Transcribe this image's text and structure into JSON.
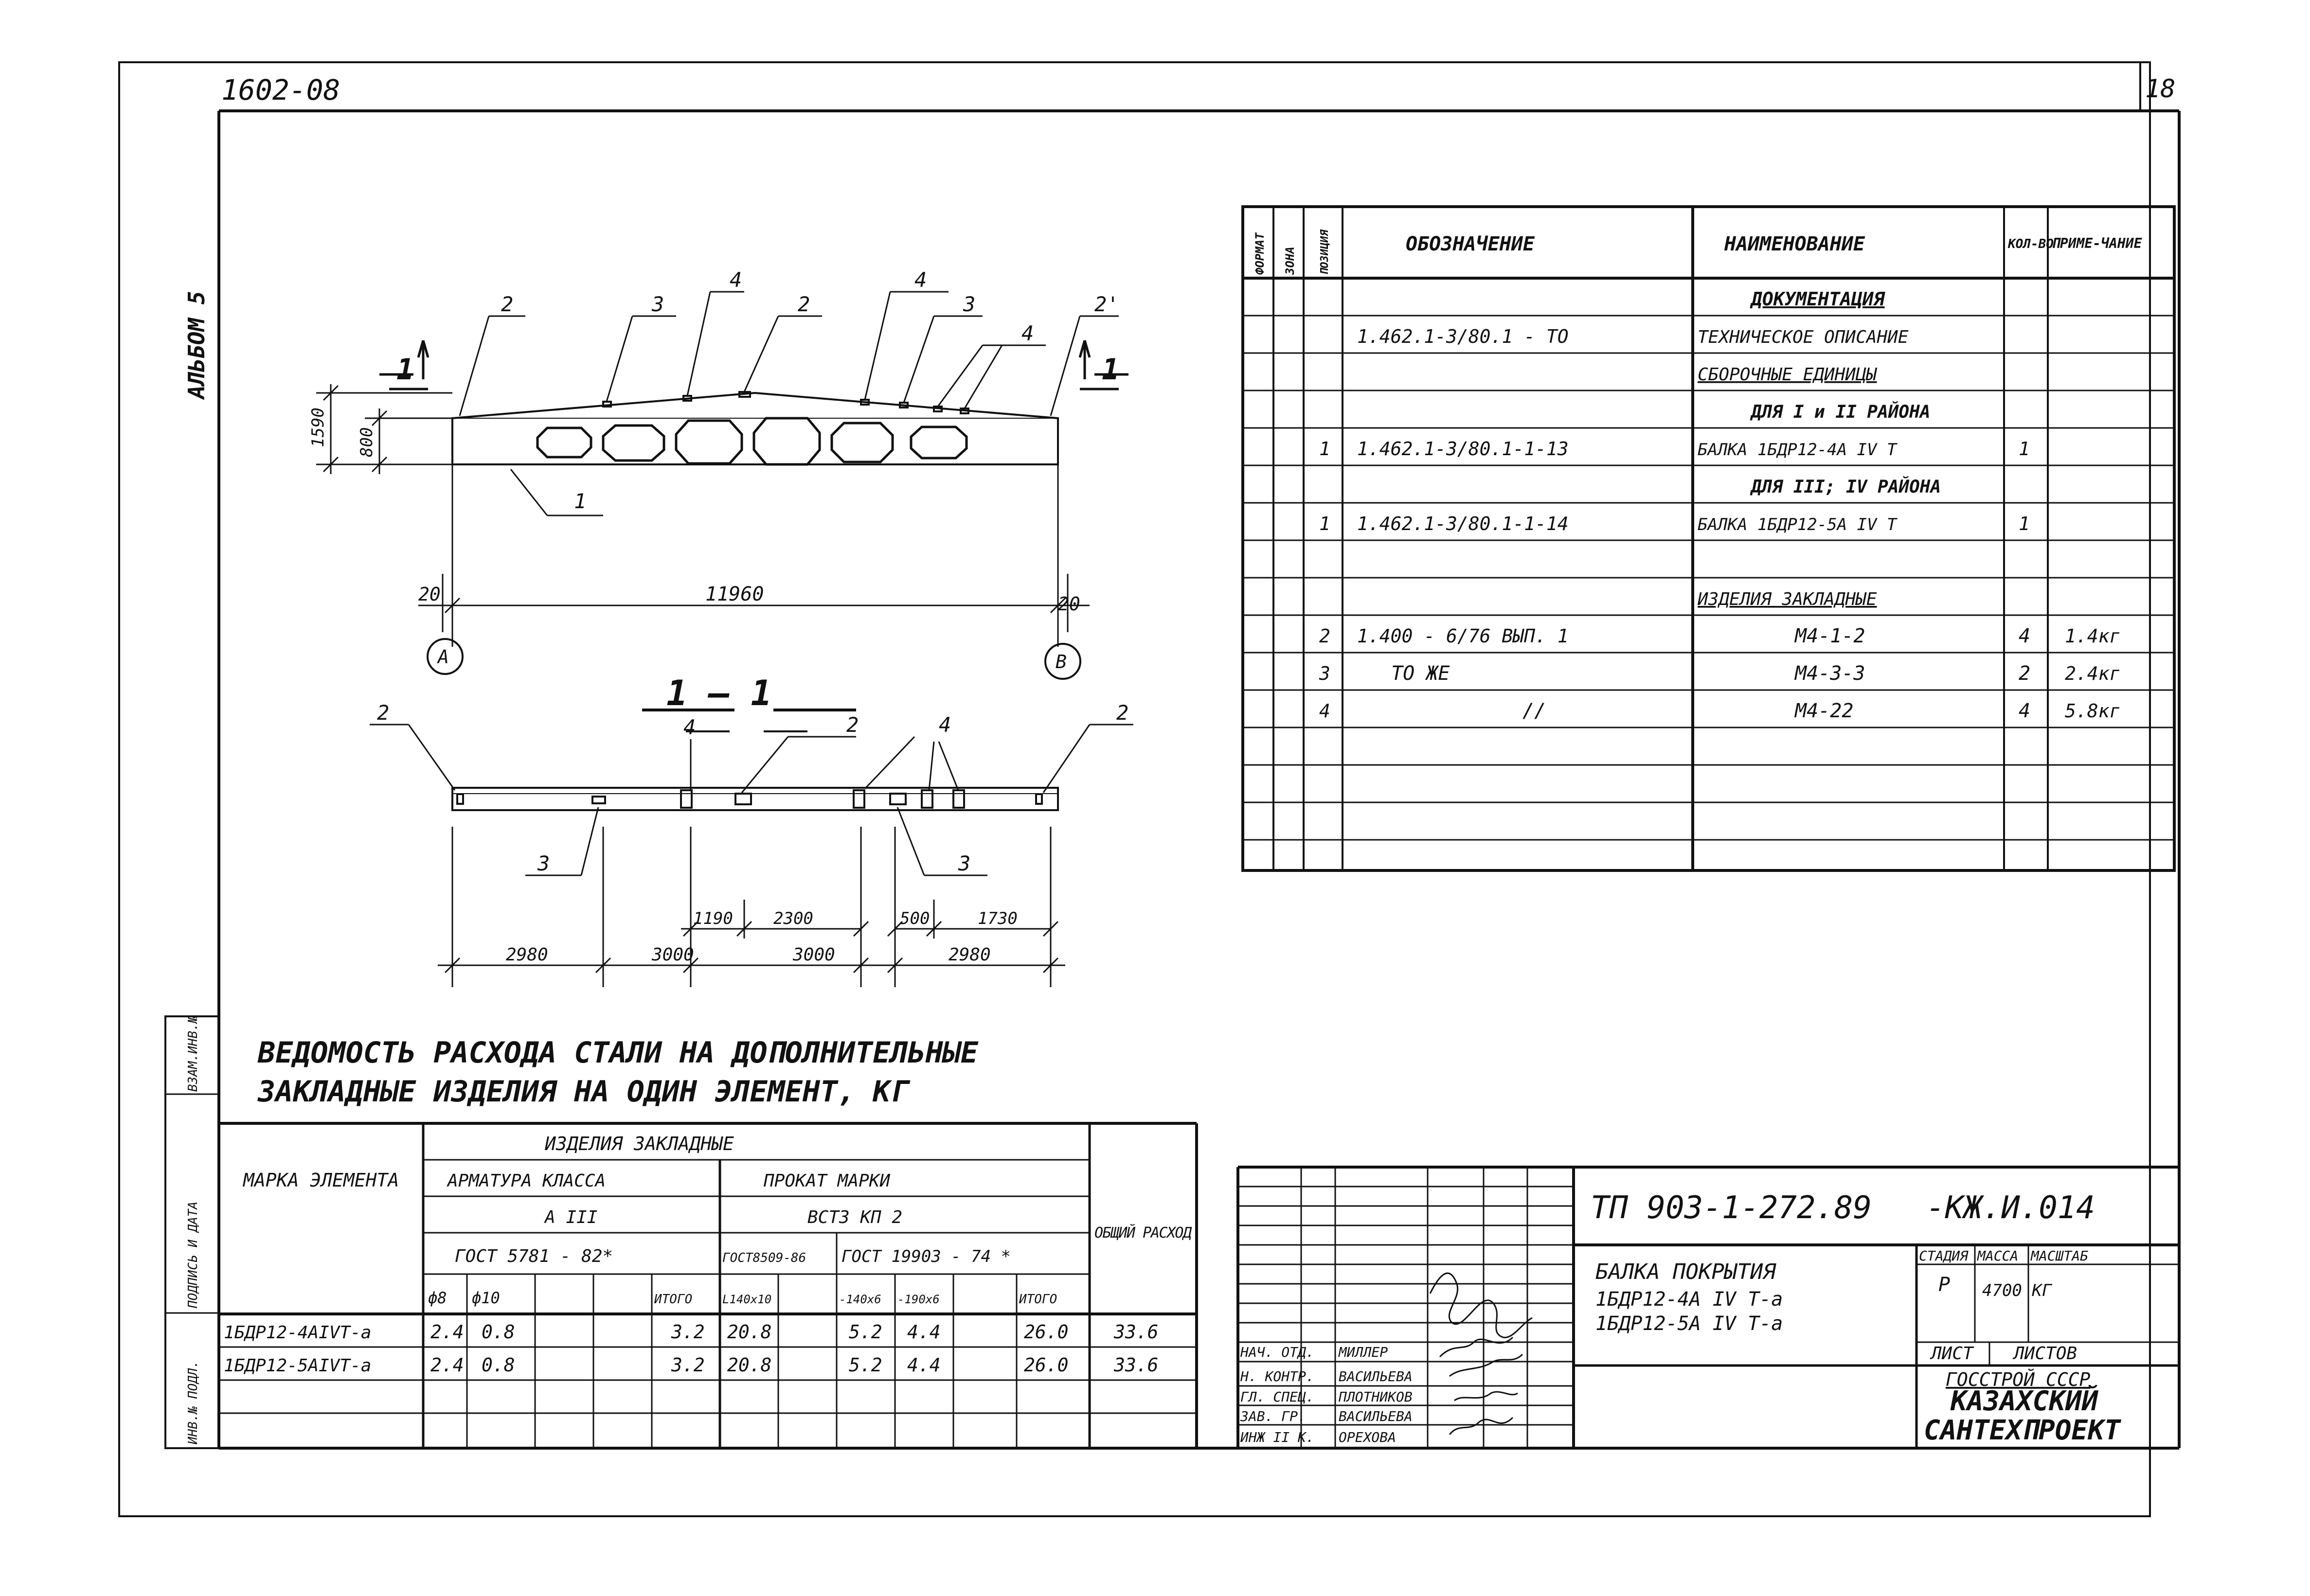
{
  "header": {
    "code": "1602-08",
    "sheet": "18",
    "album": "АЛЬБОМ 5"
  },
  "drawing": {
    "callouts_top": [
      "2",
      "3",
      "4",
      "2",
      "4",
      "3",
      "4",
      "2'"
    ],
    "section_mark": "1",
    "heights": [
      "1590",
      "800"
    ],
    "beam_label": "1",
    "span": "11960",
    "offset_left": "20",
    "offset_right": "20",
    "axis_left": "А",
    "axis_right": "В",
    "section_title": "1 — 1",
    "section_callouts": [
      "2",
      "4",
      "2",
      "4",
      "2",
      "3",
      "3"
    ],
    "dims_small": [
      "1190",
      "2300",
      "500",
      "1730"
    ],
    "dims_bottom": [
      "2980",
      "3000",
      "3000",
      "2980"
    ]
  },
  "spec": {
    "headers": {
      "format": "ФОРМАТ",
      "zone": "ЗОНА",
      "pos": "ПОЗИЦИЯ",
      "designation": "ОБОЗНАЧЕНИЕ",
      "name": "НАИМЕНОВАНИЕ",
      "qty": "КОЛ-ВО",
      "note": "ПРИМЕ-ЧАНИЕ"
    },
    "rows": [
      {
        "pos": "",
        "designation": "",
        "name": "ДОКУМЕНТАЦИЯ",
        "qty": "",
        "note": ""
      },
      {
        "pos": "",
        "designation": "1.462.1-3/80.1 - ТО",
        "name": "ТЕХНИЧЕСКОЕ ОПИСАНИЕ",
        "qty": "",
        "note": ""
      },
      {
        "pos": "",
        "designation": "",
        "name": "СБОРОЧНЫЕ ЕДИНИЦЫ",
        "qty": "",
        "note": ""
      },
      {
        "pos": "",
        "designation": "",
        "name": "ДЛЯ I и II РАЙОНА",
        "qty": "",
        "note": ""
      },
      {
        "pos": "1",
        "designation": "1.462.1-3/80.1-1-13",
        "name": "БАЛКА 1БДР12-4А IV Т",
        "qty": "1",
        "note": ""
      },
      {
        "pos": "",
        "designation": "",
        "name": "ДЛЯ III; IV РАЙОНА",
        "qty": "",
        "note": ""
      },
      {
        "pos": "1",
        "designation": "1.462.1-3/80.1-1-14",
        "name": "БАЛКА 1БДР12-5А IV Т",
        "qty": "1",
        "note": ""
      },
      {
        "pos": "",
        "designation": "",
        "name": "",
        "qty": "",
        "note": ""
      },
      {
        "pos": "",
        "designation": "",
        "name": "ИЗДЕЛИЯ ЗАКЛАДНЫЕ",
        "qty": "",
        "note": ""
      },
      {
        "pos": "2",
        "designation": "1.400 - 6/76 ВЫП. 1",
        "name": "М4-1-2",
        "qty": "4",
        "note": "1.4кг"
      },
      {
        "pos": "3",
        "designation": "ТО ЖЕ",
        "name": "М4-3-3",
        "qty": "2",
        "note": "2.4кг"
      },
      {
        "pos": "4",
        "designation": "//",
        "name": "М4-22",
        "qty": "4",
        "note": "5.8кг"
      },
      {
        "pos": "",
        "designation": "",
        "name": "",
        "qty": "",
        "note": ""
      },
      {
        "pos": "",
        "designation": "",
        "name": "",
        "qty": "",
        "note": ""
      },
      {
        "pos": "",
        "designation": "",
        "name": "",
        "qty": "",
        "note": ""
      }
    ]
  },
  "steel": {
    "title1": "ВЕДОМОСТЬ РАСХОДА СТАЛИ НА ДОПОЛНИТЕЛЬНЫЕ",
    "title2": "ЗАКЛАДНЫЕ ИЗДЕЛИЯ НА ОДИН ЭЛЕМЕНТ, КГ",
    "h_mark": "МАРКА ЭЛЕМЕНТА",
    "h_items": "ИЗДЕЛИЯ ЗАКЛАДНЫЕ",
    "h_rebar": "АРМАТУРА КЛАССА",
    "h_rolled": "ПРОКАТ МАРКИ",
    "h_class": "А III",
    "h_grade": "ВСТ3 КП 2",
    "h_gost1": "ГОСТ 5781 - 82*",
    "h_gost2": "ГОСТ8509-86",
    "h_gost3": "ГОСТ 19903 - 74 *",
    "h_total": "ОБЩИЙ РАСХОД",
    "h_sub": [
      "ф8",
      "ф10",
      "",
      "",
      "ИТОГО",
      "L140х10",
      "",
      "-140х6",
      "-190х6",
      "",
      "ИТОГО"
    ],
    "rows": [
      {
        "mark": "1БДР12-4АIVТ-а",
        "c": [
          "2.4",
          "0.8",
          "",
          "",
          "3.2",
          "20.8",
          "",
          "5.2",
          "4.4",
          "",
          "26.0"
        ],
        "total": "33.6"
      },
      {
        "mark": "1БДР12-5АIVТ-а",
        "c": [
          "2.4",
          "0.8",
          "",
          "",
          "3.2",
          "20.8",
          "",
          "5.2",
          "4.4",
          "",
          "26.0"
        ],
        "total": "33.6"
      }
    ]
  },
  "left_strip": [
    "ВЗАМ.ИНВ.№",
    "ПОДПИСЬ И ДАТА",
    "ИНВ.№ ПОДЛ."
  ],
  "title_block": {
    "code": "ТП 903-1-272.89",
    "suffix": "-КЖ.И.014",
    "name1": "БАЛКА ПОКРЫТИЯ",
    "name2": "1БДР12-4А IV Т-а",
    "name3": "1БДР12-5А IV Т-а",
    "stage_h": "СТАДИЯ",
    "mass_h": "МАССА",
    "scale_h": "МАСШТАБ",
    "stage": "Р",
    "mass": "4700 КГ",
    "sheet_h": "ЛИСТ",
    "sheets_h": "ЛИСТОВ",
    "org1": "ГОССТРОЙ СССР",
    "org2": "КАЗАХСКИЙ",
    "org3": "САНТЕХПРОЕКТ",
    "people": [
      {
        "role": "НАЧ. ОТД.",
        "name": "МИЛЛЕР"
      },
      {
        "role": "Н. КОНТР.",
        "name": "ВАСИЛЬЕВА"
      },
      {
        "role": "ГЛ. СПЕЦ.",
        "name": "ПЛОТНИКОВ"
      },
      {
        "role": "ЗАВ. ГР.",
        "name": "ВАСИЛЬЕВА"
      },
      {
        "role": "ИНЖ II К.",
        "name": "ОРЕХОВА"
      }
    ]
  }
}
